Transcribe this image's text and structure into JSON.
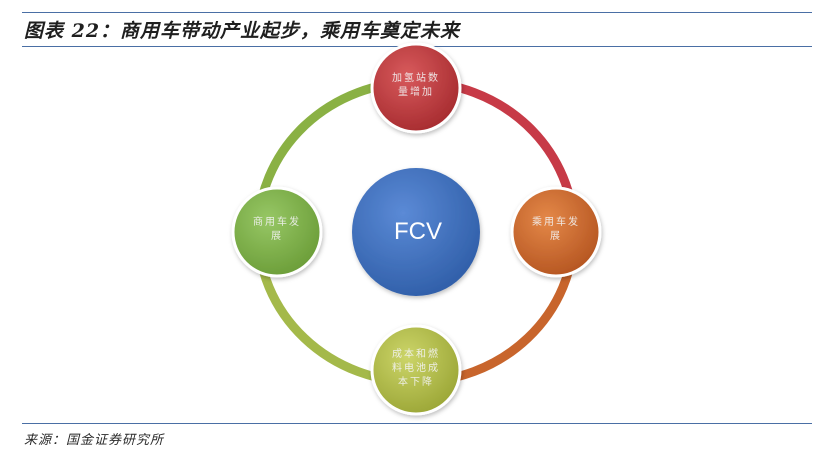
{
  "figure": {
    "title": "图表 22：商用车带动产业起步，乘用车奠定未来",
    "source": "来源：国金证券研究所"
  },
  "diagram": {
    "center": {
      "label": "FCV",
      "color": "#3f6fbd"
    },
    "nodes": [
      {
        "id": "top",
        "label_line1": "加氢站数",
        "label_line2": "量增加",
        "color": "#c0393b"
      },
      {
        "id": "right",
        "label_line1": "乘用车发",
        "label_line2": "展",
        "color": "#d46a2e"
      },
      {
        "id": "bottom",
        "label_line1": "成本和燃",
        "label_line2": "料电池成",
        "label_line3": "本下降",
        "color": "#b9c34a"
      },
      {
        "id": "left",
        "label_line1": "商用车发",
        "label_line2": "展",
        "color": "#7fb34a"
      }
    ],
    "ring": {
      "arc_top_right": "#c73a47",
      "arc_right_bottom": "#c8652c",
      "arc_bottom_left": "#a4b94a",
      "arc_left_top": "#8ab144"
    }
  }
}
